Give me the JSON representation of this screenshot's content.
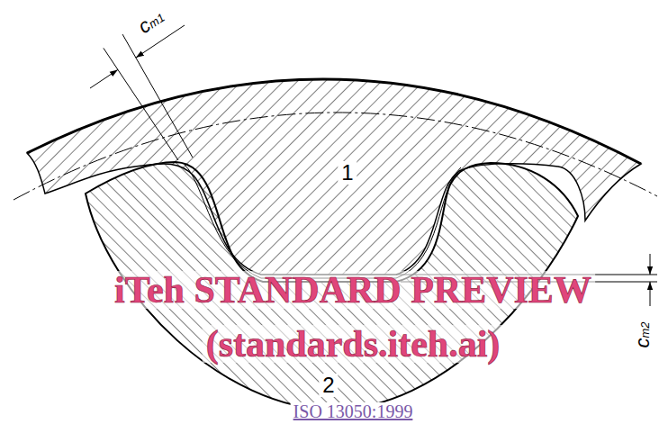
{
  "diagram": {
    "labels": [
      "cm1",
      "1",
      "iTeh STANDARD PREVIEW",
      "cm2",
      "(standards.iteh.ai)",
      "2",
      "ISO 13050:1999"
    ]
  }
}
